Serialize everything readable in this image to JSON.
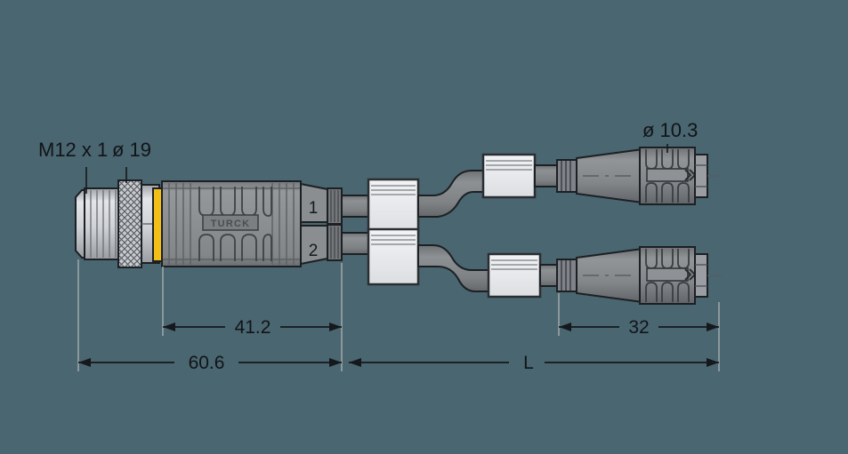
{
  "drawing": {
    "background_color": "#4a6670",
    "line_color": "#15181c",
    "title": "M12 Y-splitter cable technical drawing"
  },
  "callouts": {
    "thread_spec": "M12 x 1",
    "nut_diameter": "ø 19",
    "cable_connector_diameter": "ø 10.3"
  },
  "dimensions": {
    "body_length": "41.2",
    "overall_head_length": "60.6",
    "branch_connector_length": "32",
    "total_length": "L"
  },
  "ports": {
    "port_1": "1",
    "port_2": "2"
  },
  "branding": {
    "logo": "TURCK"
  },
  "colors": {
    "body_gray": "#878b8d",
    "body_dark": "#6d7173",
    "metal_light": "#d8dade",
    "metal_mid": "#b9bcc0",
    "gasket_yellow": "#f2bf18",
    "cable_gray": "#7c8082",
    "label_white": "#e8eaec",
    "outline": "#1c2024"
  }
}
